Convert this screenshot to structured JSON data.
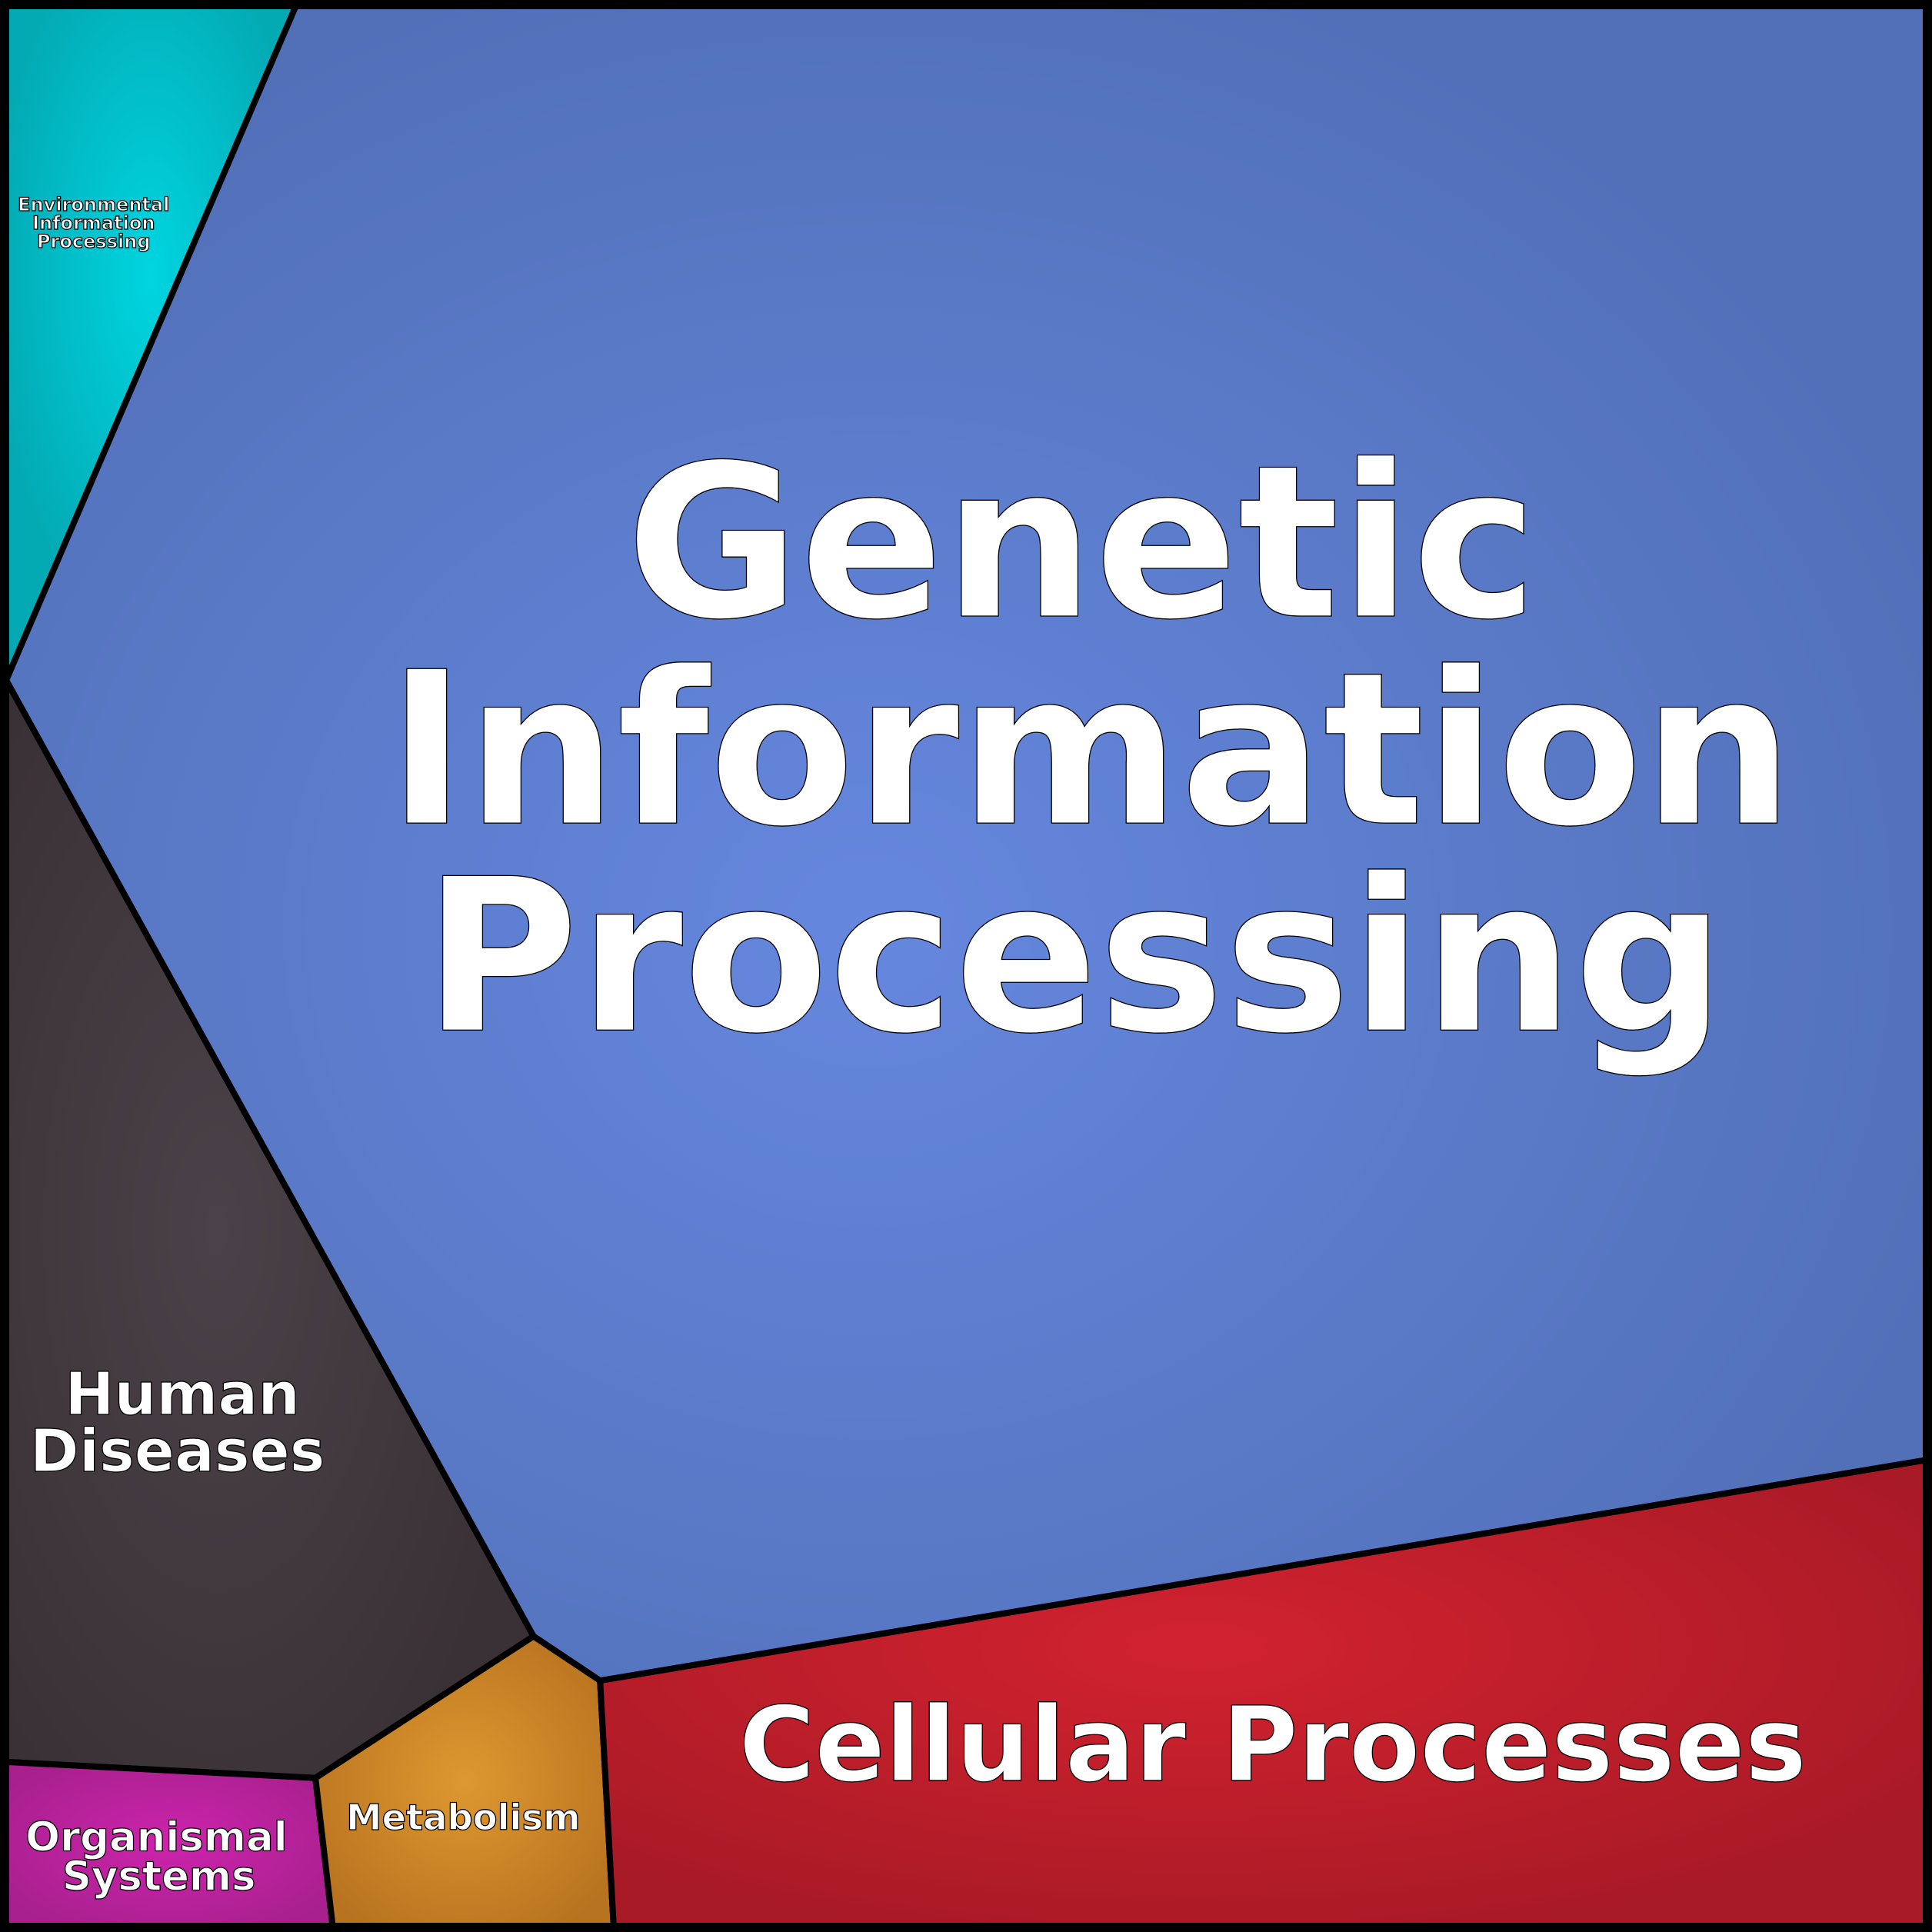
{
  "cells": {
    "genetic": {
      "label_lines": [
        "Genetic",
        "Information",
        "Processing"
      ],
      "color": "#6587de",
      "edge_color": "#5270b8"
    },
    "environmental": {
      "label_lines": [
        "Environmental",
        "Information",
        "Processing"
      ],
      "color": "#00d5e0",
      "edge_color": "#03a9b3"
    },
    "human": {
      "label_lines": [
        "Human",
        "Diseases"
      ],
      "color": "#4a4248",
      "edge_color": "#3a3136"
    },
    "organismal": {
      "label_lines": [
        "Organismal",
        "Systems"
      ],
      "color": "#cc24ac",
      "edge_color": "#a8208e"
    },
    "metabolism": {
      "label_lines": [
        "Metabolism"
      ],
      "color": "#de9830",
      "edge_color": "#b87320"
    },
    "cellular": {
      "label_lines": [
        "Cellular Processes"
      ],
      "color": "#d2222f",
      "edge_color": "#a81a26"
    }
  }
}
